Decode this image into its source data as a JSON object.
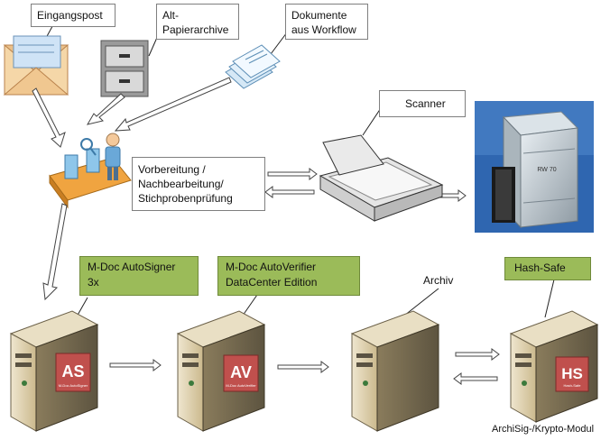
{
  "labels": {
    "eingangspost": "Eingangspost",
    "altpapier": "Alt-\nPapierarchive",
    "dokumente": "Dokumente\naus Workflow",
    "scanner": "Scanner",
    "vorbereitung": "Vorbereitung /\nNachbearbeitung/\nStichprobenprüfung",
    "autosigner": "M-Doc AutoSigner\n3x",
    "autoverifier": "M-Doc AutoVerifier\nDataCenter Edition",
    "archiv": "Archiv",
    "hashsafe": "Hash-Safe",
    "archisig": "ArchiSig-/Krypto-Modul"
  },
  "server_badges": {
    "as": {
      "code": "AS",
      "sub": "M-Doc AutoSigner"
    },
    "av": {
      "code": "AV",
      "sub": "M-Doc AutoVerifier"
    },
    "hs": {
      "code": "HS",
      "sub": "Hash-Safe"
    }
  },
  "container_label": "RW 70",
  "colors": {
    "green_box": "#9bbb59",
    "badge_red": "#c0504d",
    "server_tan": "#d8c9a3"
  }
}
